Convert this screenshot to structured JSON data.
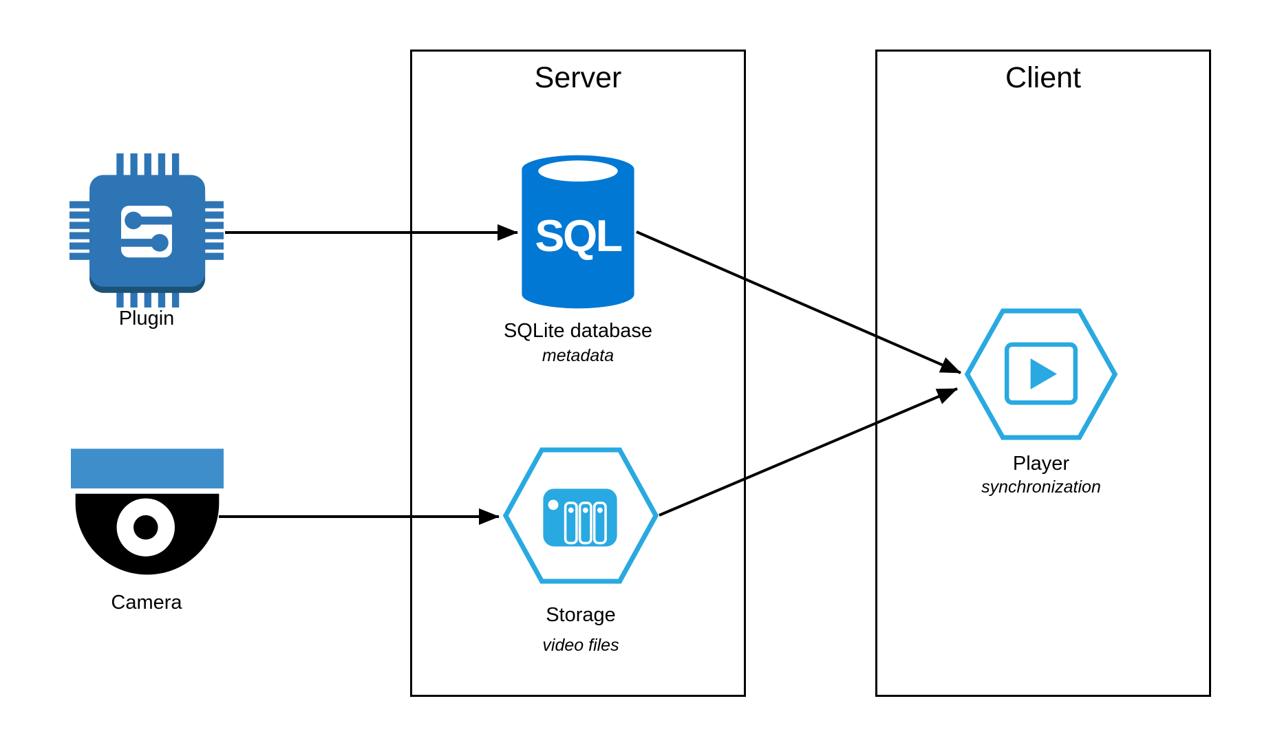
{
  "groups": {
    "server": {
      "label": "Server"
    },
    "client": {
      "label": "Client"
    }
  },
  "nodes": {
    "plugin": {
      "label": "Plugin",
      "icon": "chip-icon"
    },
    "camera": {
      "label": "Camera",
      "icon": "surveillance-camera-icon"
    },
    "sqlite": {
      "label": "SQLite database",
      "sublabel": "metadata",
      "icon": "sql-database-cylinder-icon",
      "icon_text": "SQL"
    },
    "storage": {
      "label": "Storage",
      "sublabel": "video files",
      "icon": "nas-storage-hexagon-icon"
    },
    "player": {
      "label": "Player",
      "sublabel": "synchronization",
      "icon": "video-player-hexagon-icon"
    }
  },
  "edges": [
    {
      "from": "plugin",
      "to": "sqlite"
    },
    {
      "from": "camera",
      "to": "storage"
    },
    {
      "from": "sqlite",
      "to": "player"
    },
    {
      "from": "storage",
      "to": "player"
    }
  ],
  "colors": {
    "chip_blue": "#2E75B6",
    "chip_shadow": "#1B5276",
    "sql_blue": "#0078D4",
    "hex_blue": "#29A9E1",
    "camera_bar_blue": "#3E8ECB",
    "arrow_black": "#000000",
    "box_border_black": "#000000"
  }
}
